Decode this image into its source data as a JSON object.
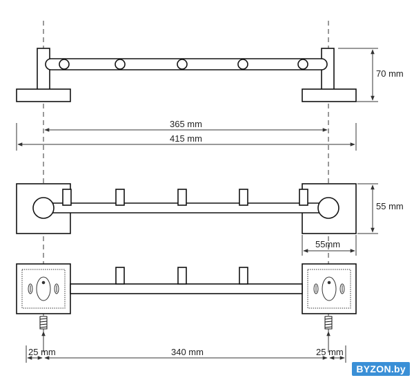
{
  "dimensions": {
    "height_side": "70 mm",
    "mount_span": "365 mm",
    "overall_length": "415 mm",
    "plate_height": "55 mm",
    "plate_width": "55mm",
    "left_offset": "25 mm",
    "hole_span": "340 mm",
    "right_offset": "25 mm"
  },
  "brand": {
    "label": "BYZON.by",
    "color": "#3a8fd6"
  },
  "colors": {
    "line": "#111111",
    "dim_line": "#333333"
  }
}
